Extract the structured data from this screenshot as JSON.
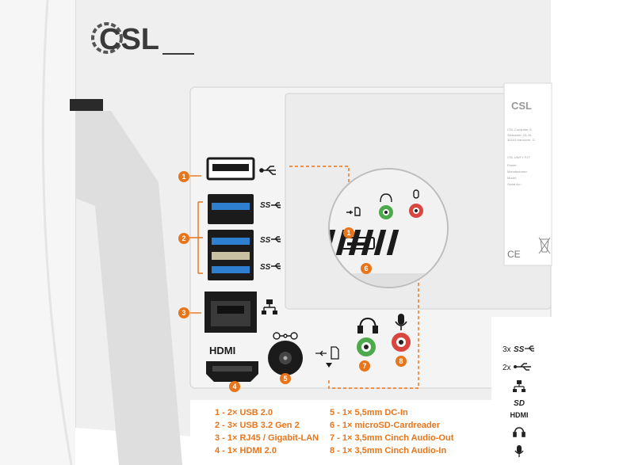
{
  "brand": {
    "logo_text": "CSL",
    "sticker_logo_text": "CSL"
  },
  "sticker": {
    "lines": [
      "CSL-Computer G",
      "Sieboldstr. 23-25",
      "30163 Hannover, G",
      "CSL UNITY F27",
      "Power:",
      "Manufactured:",
      "Model:",
      "Serial No.:"
    ]
  },
  "ports": {
    "hdmi_label": "HDMI"
  },
  "callouts": [
    "1",
    "2",
    "3",
    "4",
    "5",
    "6",
    "7",
    "8"
  ],
  "legend": {
    "left": [
      "1 - 2× USB 2.0",
      "2 - 3× USB 3.2 Gen 2",
      "3 - 1× RJ45 / Gigabit-LAN",
      "4 - 1× HDMI 2.0"
    ],
    "right": [
      "5 - 1× 5,5mm DC-In",
      "6 - 1× microSD-Cardreader",
      "7 - 1× 3,5mm Cinch Audio-Out",
      "8 - 1× 3,5mm Cinch Audio-In"
    ]
  },
  "sidebar": {
    "usb3_count": "3x",
    "usb2_count": "2x",
    "hdmi_text": "HDMI",
    "sd_text": "SD"
  },
  "colors": {
    "accent": "#e8751a",
    "panel": "#f1f1f1",
    "port_blue": "#2f7fd1",
    "audio_green": "#4caa4c",
    "audio_red": "#d9463f"
  }
}
